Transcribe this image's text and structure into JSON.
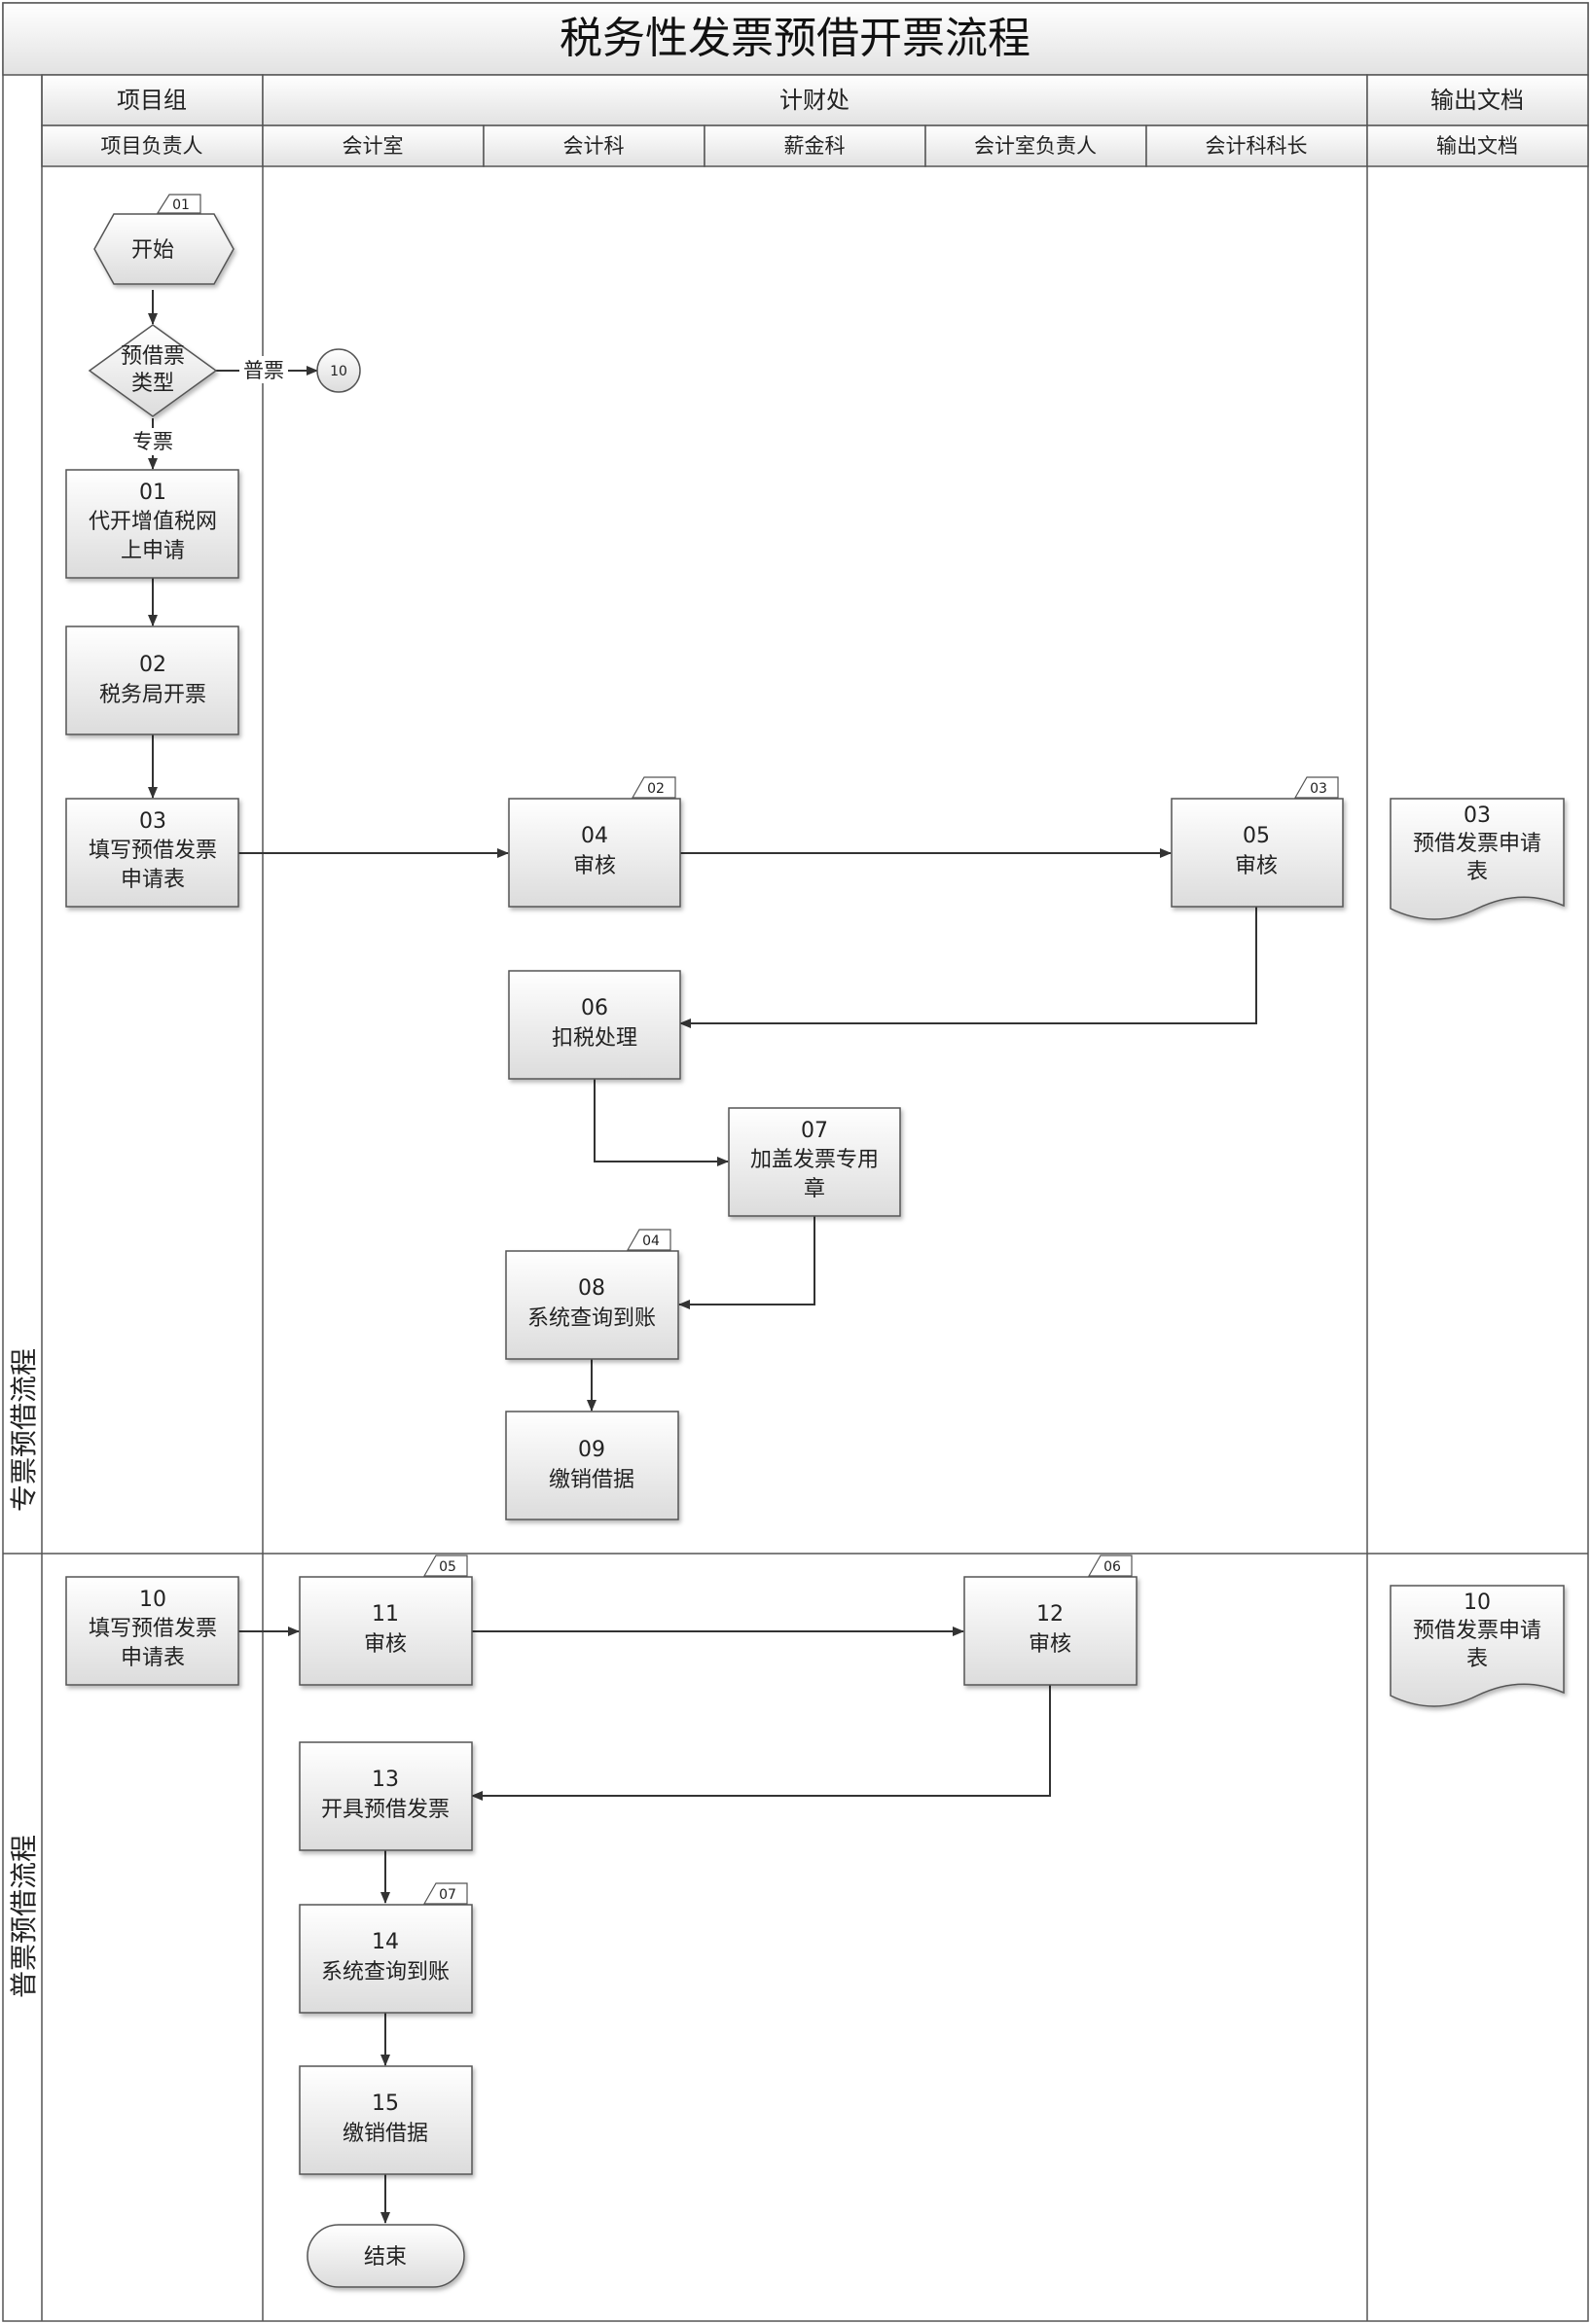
{
  "title": "税务性发票预借开票流程",
  "departments": {
    "project_group": "项目组",
    "finance": "计财处",
    "output": "输出文档"
  },
  "roles": [
    "项目负责人",
    "会计室",
    "会计科",
    "薪金科",
    "会计室负责人",
    "会计科科长",
    "输出文档"
  ],
  "lanes": [
    "专票预借流程",
    "普票预借流程"
  ],
  "nodes": {
    "start": "开始",
    "decision_l1": "预借票",
    "decision_l2": "类型",
    "edge_putong": "普票",
    "edge_zhuan": "专票",
    "connector10": "10",
    "end": "结束",
    "n01": {
      "id": "01",
      "l1": "代开增值税网",
      "l2": "上申请"
    },
    "n02": {
      "id": "02",
      "l1": "税务局开票"
    },
    "n03": {
      "id": "03",
      "l1": "填写预借发票",
      "l2": "申请表"
    },
    "n04": {
      "id": "04",
      "l1": "审核"
    },
    "n05": {
      "id": "05",
      "l1": "审核"
    },
    "n06": {
      "id": "06",
      "l1": "扣税处理"
    },
    "n07": {
      "id": "07",
      "l1": "加盖发票专用",
      "l2": "章"
    },
    "n08": {
      "id": "08",
      "l1": "系统查询到账"
    },
    "n09": {
      "id": "09",
      "l1": "缴销借据"
    },
    "n10": {
      "id": "10",
      "l1": "填写预借发票",
      "l2": "申请表"
    },
    "n11": {
      "id": "11",
      "l1": "审核"
    },
    "n12": {
      "id": "12",
      "l1": "审核"
    },
    "n13": {
      "id": "13",
      "l1": "开具预借发票"
    },
    "n14": {
      "id": "14",
      "l1": "系统查询到账"
    },
    "n15": {
      "id": "15",
      "l1": "缴销借据"
    },
    "doc03": {
      "id": "03",
      "l1": "预借发票申请",
      "l2": "表"
    },
    "doc10": {
      "id": "10",
      "l1": "预借发票申请",
      "l2": "表"
    }
  },
  "tags": {
    "start": "01",
    "n04": "02",
    "n05": "03",
    "n08": "04",
    "n11": "05",
    "n12": "06",
    "n14": "07"
  }
}
